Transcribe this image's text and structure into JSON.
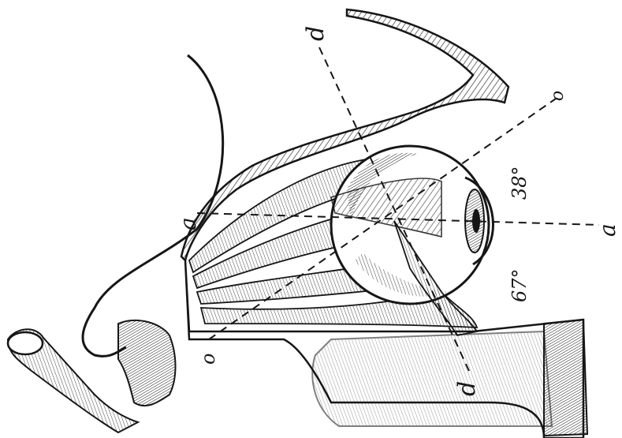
{
  "figure": {
    "labels": {
      "a_left": "a",
      "a_right": "a",
      "d_top": "d",
      "d_bottom": "d",
      "o_top": "o",
      "o_bottom": "o",
      "angle_upper": "38°",
      "angle_lower": "67°"
    },
    "colors": {
      "ink": "#161616",
      "paper": "#ffffff"
    }
  }
}
